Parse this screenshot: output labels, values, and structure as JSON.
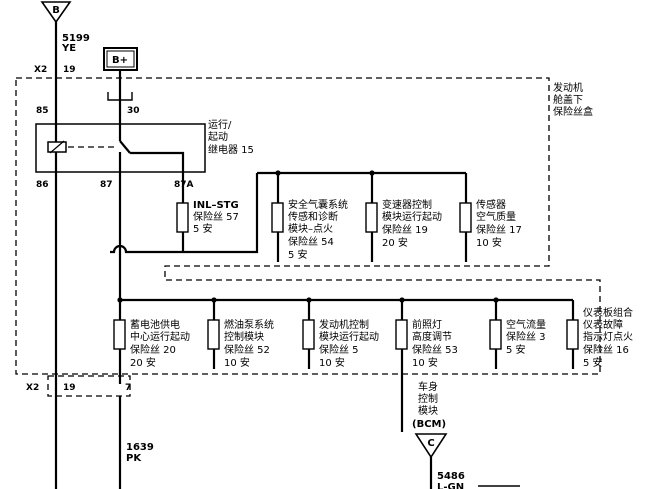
{
  "connectors": {
    "top_ref": "B",
    "bottom_ref": "C",
    "bplus": "B+",
    "x2_top": "X2",
    "pin_19_top": "19",
    "x2_bottom": "X2",
    "pin_19_bottom": "19",
    "pin_7_bottom": "7"
  },
  "wires": {
    "top_circuit": "5199",
    "top_color": "YE",
    "bottom_circuit": "1639",
    "bottom_color": "PK",
    "bcm_circuit": "5486",
    "bcm_color": "L-GN"
  },
  "fuse_block": [
    "发动机",
    "舱盖下",
    "保险丝盒"
  ],
  "relay": {
    "label": [
      "运行/",
      "起动",
      "继电器 15"
    ],
    "pin_85": "85",
    "pin_86": "86",
    "pin_30": "30",
    "pin_87": "87",
    "pin_87a": "87A"
  },
  "fuses_upper": [
    {
      "lines": [
        "INL–STG",
        "保险丝  57",
        "5  安"
      ]
    },
    {
      "lines": [
        "安全气囊系统",
        "传感和诊断",
        "模块–点火",
        "保险丝  54",
        "5  安"
      ]
    },
    {
      "lines": [
        "变速器控制",
        "模块运行起动",
        "保险丝  19",
        "20  安"
      ]
    },
    {
      "lines": [
        "传感器",
        "空气质量",
        "保险丝  17",
        "10  安"
      ]
    }
  ],
  "fuses_lower": [
    {
      "lines": [
        "蓄电池供电",
        "中心运行起动",
        "保险丝  20",
        "20  安"
      ]
    },
    {
      "lines": [
        "燃油泵系统",
        "控制模块",
        "保险丝  52",
        "10  安"
      ]
    },
    {
      "lines": [
        "发动机控制",
        "模块运行起动",
        "保险丝  5",
        "10  安"
      ]
    },
    {
      "lines": [
        "前照灯",
        "高度调节",
        "保险丝  53",
        "10  安"
      ]
    },
    {
      "lines": [
        "空气流量",
        "保险丝  3",
        "5  安"
      ]
    },
    {
      "lines": [
        "仪表板组合",
        "仪表故障",
        "指示灯点火",
        "保险丝  16",
        "5  安"
      ]
    }
  ],
  "bcm": [
    "车身",
    "控制",
    "模块",
    "(BCM)"
  ]
}
